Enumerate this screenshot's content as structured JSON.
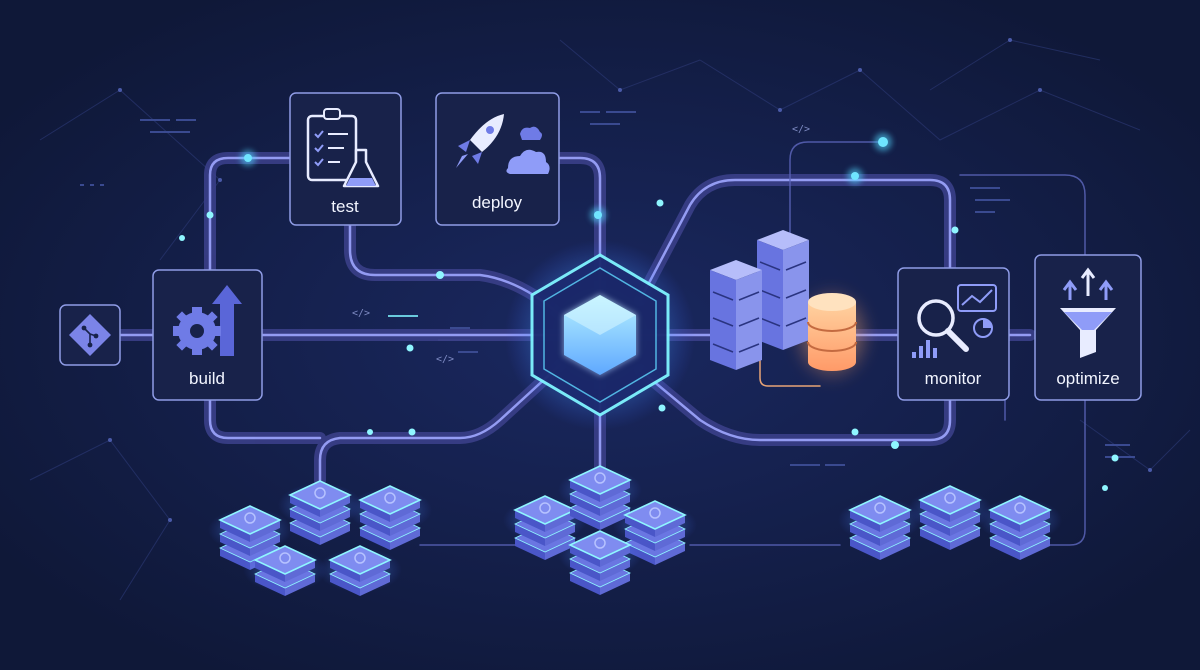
{
  "colors": {
    "background": "#0f1838",
    "card_fill": "#18224a",
    "card_stroke": "#8f9ce6",
    "pipe": "#4a4f9a",
    "pipe_highlight": "#9ea6ff",
    "glow": "#7ff4ff",
    "core": "#7fc4ff",
    "accent_orange": "#ffb27a"
  },
  "stages": [
    {
      "id": "source",
      "label": "",
      "icon": "git-icon"
    },
    {
      "id": "build",
      "label": "build",
      "icon": "gear-arrow-icon"
    },
    {
      "id": "test",
      "label": "test",
      "icon": "clipboard-flask-icon"
    },
    {
      "id": "deploy",
      "label": "deploy",
      "icon": "rocket-cloud-icon"
    },
    {
      "id": "monitor",
      "label": "monitor",
      "icon": "magnifier-chart-icon"
    },
    {
      "id": "optimize",
      "label": "optimize",
      "icon": "funnel-arrows-icon"
    }
  ],
  "hub": {
    "icon": "hexagon-core-icon"
  },
  "infrastructure": {
    "icon": "server-database-icon"
  },
  "code_tags": [
    "</>",
    "</>",
    "</>"
  ]
}
